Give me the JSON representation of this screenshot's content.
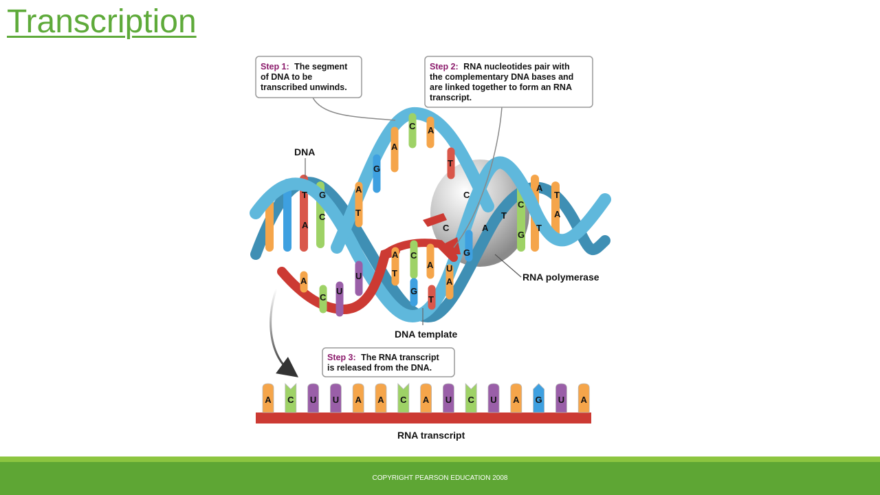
{
  "slide": {
    "title": "Transcription",
    "footer": "COPYRIGHT PEARSON EDUCATION 2008"
  },
  "callouts": {
    "step1": {
      "label": "Step 1:",
      "lines": [
        "The segment",
        "of DNA to be",
        "transcribed unwinds."
      ]
    },
    "step2": {
      "label": "Step 2:",
      "lines": [
        "RNA nucleotides pair with",
        "the complementary DNA bases and",
        "are linked together to form an RNA",
        "transcript."
      ]
    },
    "step3": {
      "label": "Step 3:",
      "lines": [
        "The RNA transcript",
        "is released from the DNA."
      ]
    }
  },
  "labels": {
    "dna": "DNA",
    "rna_polymerase": "RNA polymerase",
    "dna_template": "DNA template",
    "rna_transcript": "RNA transcript"
  },
  "bases": {
    "left_helix": [
      "T",
      "G",
      "C",
      "A"
    ],
    "top_strand": [
      "G",
      "A",
      "C",
      "A",
      "T",
      "A",
      "T"
    ],
    "right_helix": [
      "C",
      "A",
      "T",
      "C",
      "G",
      "A",
      "T",
      "T",
      "A"
    ],
    "polymerase_site": [
      "C",
      "G"
    ],
    "template_strand": [
      "A",
      "C",
      "A",
      "U",
      "T",
      "G",
      "T",
      "A"
    ],
    "rna_leaving": [
      "A",
      "C",
      "U",
      "U"
    ],
    "transcript_sequence": [
      "A",
      "C",
      "U",
      "U",
      "A",
      "A",
      "C",
      "A",
      "U",
      "C",
      "U",
      "A",
      "G",
      "U",
      "A"
    ]
  },
  "colors": {
    "A": "#f5a54a",
    "C": "#9ed266",
    "G": "#3ea0e0",
    "T": "#d9574a",
    "U": "#9a5fa8",
    "step_label": "#8b1a6b",
    "dna_ribbon": "#5fb8dc",
    "rna_ribbon": "#cc3a33",
    "accent_green": "#5eaa3a"
  }
}
